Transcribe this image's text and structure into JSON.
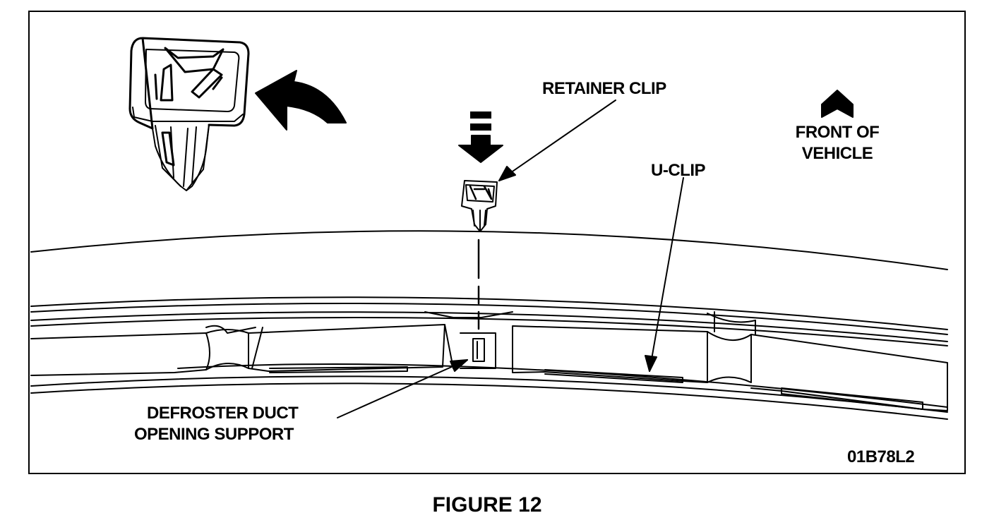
{
  "labels": {
    "retainer_clip": "RETAINER CLIP",
    "front_of_vehicle_line1": "FRONT OF",
    "front_of_vehicle_line2": "VEHICLE",
    "u_clip": "U-CLIP",
    "defroster_line1": "DEFROSTER DUCT",
    "defroster_line2": "OPENING SUPPORT",
    "figure_code": "01B78L2"
  },
  "caption": "FIGURE 12"
}
